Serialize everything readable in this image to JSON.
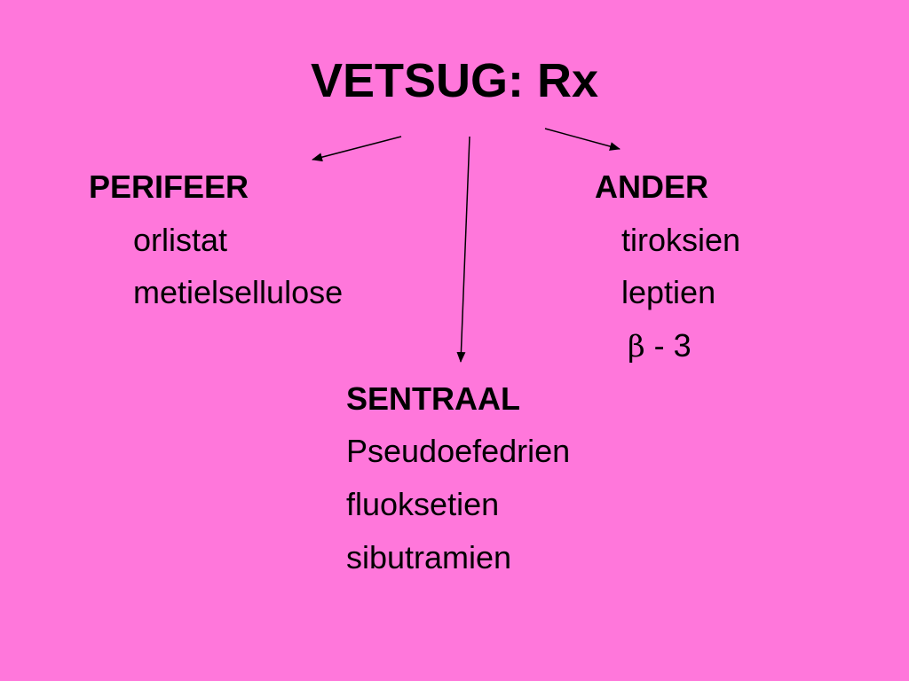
{
  "slide": {
    "title": "VETSUG: Rx",
    "peripheral": {
      "heading": "PERIFEER",
      "items": [
        "orlistat",
        "metielsellulose"
      ]
    },
    "other": {
      "heading": "ANDER",
      "items": [
        "tiroksien",
        "leptien"
      ],
      "beta_symbol": "β",
      "beta_suffix": " - 3"
    },
    "central": {
      "heading": "SENTRAAL",
      "items": [
        "Pseudoefedrien",
        "fluoksetien",
        "sibutramien"
      ]
    }
  },
  "colors": {
    "background": "#ff77db",
    "text": "#000000"
  }
}
